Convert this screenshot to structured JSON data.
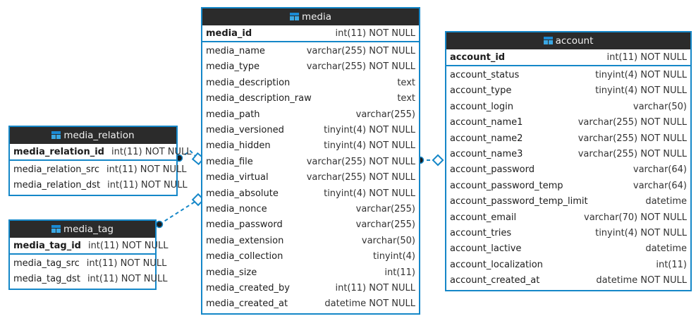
{
  "diagram": {
    "kind": "database-er-diagram",
    "background": "#ffffff",
    "accent": "#1587c8",
    "header_background": "#2b2b2b",
    "header_text_color": "#f2f2f2",
    "icon_name": "table-icon"
  },
  "entities": {
    "media": {
      "title": "media",
      "icon": "table-icon",
      "primary_key": {
        "name": "media_id",
        "type": "int(11) NOT NULL"
      },
      "columns": [
        {
          "name": "media_name",
          "type": "varchar(255) NOT NULL"
        },
        {
          "name": "media_type",
          "type": "varchar(255) NOT NULL"
        },
        {
          "name": "media_description",
          "type": "text"
        },
        {
          "name": "media_description_raw",
          "type": "text"
        },
        {
          "name": "media_path",
          "type": "varchar(255)"
        },
        {
          "name": "media_versioned",
          "type": "tinyint(4) NOT NULL"
        },
        {
          "name": "media_hidden",
          "type": "tinyint(4) NOT NULL"
        },
        {
          "name": "media_file",
          "type": "varchar(255) NOT NULL"
        },
        {
          "name": "media_virtual",
          "type": "varchar(255) NOT NULL"
        },
        {
          "name": "media_absolute",
          "type": "tinyint(4) NOT NULL"
        },
        {
          "name": "media_nonce",
          "type": "varchar(255)"
        },
        {
          "name": "media_password",
          "type": "varchar(255)"
        },
        {
          "name": "media_extension",
          "type": "varchar(50)"
        },
        {
          "name": "media_collection",
          "type": "tinyint(4)"
        },
        {
          "name": "media_size",
          "type": "int(11)"
        },
        {
          "name": "media_created_by",
          "type": "int(11) NOT NULL"
        },
        {
          "name": "media_created_at",
          "type": "datetime NOT NULL"
        }
      ]
    },
    "account": {
      "title": "account",
      "icon": "table-icon",
      "primary_key": {
        "name": "account_id",
        "type": "int(11) NOT NULL"
      },
      "columns": [
        {
          "name": "account_status",
          "type": "tinyint(4) NOT NULL"
        },
        {
          "name": "account_type",
          "type": "tinyint(4) NOT NULL"
        },
        {
          "name": "account_login",
          "type": "varchar(50)"
        },
        {
          "name": "account_name1",
          "type": "varchar(255) NOT NULL"
        },
        {
          "name": "account_name2",
          "type": "varchar(255) NOT NULL"
        },
        {
          "name": "account_name3",
          "type": "varchar(255) NOT NULL"
        },
        {
          "name": "account_password",
          "type": "varchar(64)"
        },
        {
          "name": "account_password_temp",
          "type": "varchar(64)"
        },
        {
          "name": "account_password_temp_limit",
          "type": "datetime"
        },
        {
          "name": "account_email",
          "type": "varchar(70) NOT NULL"
        },
        {
          "name": "account_tries",
          "type": "tinyint(4) NOT NULL"
        },
        {
          "name": "account_lactive",
          "type": "datetime"
        },
        {
          "name": "account_localization",
          "type": "int(11)"
        },
        {
          "name": "account_created_at",
          "type": "datetime NOT NULL"
        }
      ]
    },
    "media_relation": {
      "title": "media_relation",
      "icon": "table-icon",
      "primary_key": {
        "name": "media_relation_id",
        "type": "int(11) NOT NULL"
      },
      "columns": [
        {
          "name": "media_relation_src",
          "type": "int(11) NOT NULL"
        },
        {
          "name": "media_relation_dst",
          "type": "int(11) NOT NULL"
        }
      ]
    },
    "media_tag": {
      "title": "media_tag",
      "icon": "table-icon",
      "primary_key": {
        "name": "media_tag_id",
        "type": "int(11) NOT NULL"
      },
      "columns": [
        {
          "name": "media_tag_src",
          "type": "int(11) NOT NULL"
        },
        {
          "name": "media_tag_dst",
          "type": "int(11) NOT NULL"
        }
      ]
    }
  },
  "relationships": [
    {
      "from": "media_relation",
      "to": "media",
      "from_marker": "filled-dot",
      "to_marker": "open-diamond",
      "style": "dashed"
    },
    {
      "from": "media_tag",
      "to": "media",
      "from_marker": "filled-dot",
      "to_marker": "open-diamond",
      "style": "dashed"
    },
    {
      "from": "media",
      "to": "account",
      "from_marker": "filled-dot",
      "to_marker": "open-diamond",
      "style": "dashed"
    }
  ]
}
